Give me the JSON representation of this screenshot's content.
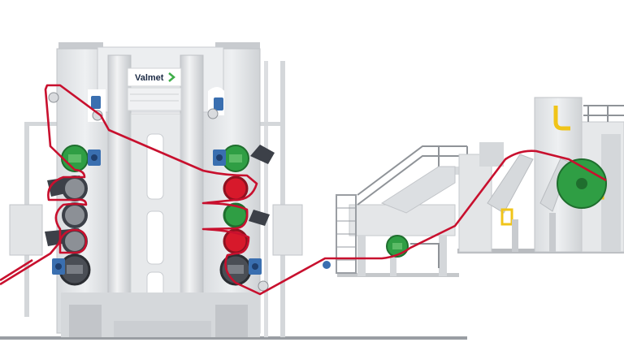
{
  "brand": {
    "logo_text": "Valmet",
    "logo_arrow_color": "#3fae49"
  },
  "colors": {
    "web_line": "#c8102e",
    "roll_green": "#2f9e44",
    "roll_red": "#d7192b",
    "roll_dark": "#3c4048",
    "drive_blue": "#3a6fb0",
    "frame_light": "#e4e6e8",
    "frame_mid": "#cfd2d5",
    "frame_dark": "#a9adb2",
    "accent_yellow": "#f0c419"
  },
  "components": [
    {
      "name": "multi-roll-calender-stack",
      "icon": "calender-stack-icon"
    },
    {
      "name": "intermediate-roll-station",
      "icon": "roll-icon"
    },
    {
      "name": "reel-winder",
      "icon": "reel-icon"
    }
  ]
}
